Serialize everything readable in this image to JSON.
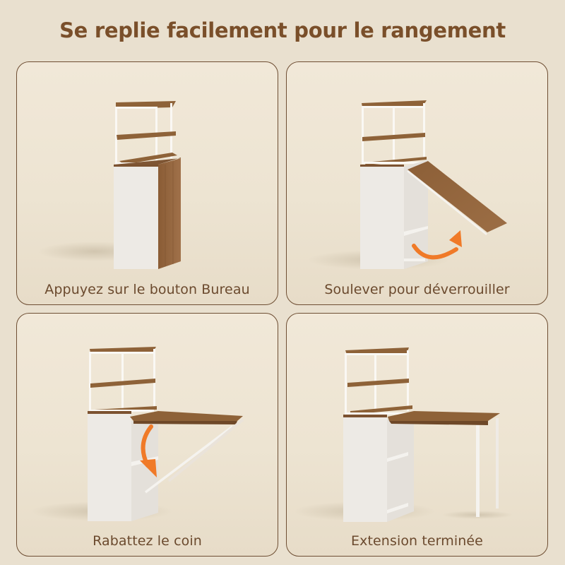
{
  "title": "Se replie facilement pour le rangement",
  "colors": {
    "background": "#E9E0CF",
    "title": "#7A4F2A",
    "caption": "#6B4A2E",
    "panel_border": "#6E4E33",
    "wood": "#8E6238",
    "white_panel": "#F2EFEA",
    "arrow": "#F07A28"
  },
  "panels": [
    {
      "step": 1,
      "caption": "Appuyez sur le bouton Bureau",
      "illustration": "folded-desk-cabinet",
      "arrow": null
    },
    {
      "step": 2,
      "caption": "Soulever pour déverrouiller",
      "illustration": "desk-top-lifting",
      "arrow": "curved-up-right-arrow"
    },
    {
      "step": 3,
      "caption": "Rabattez le coin",
      "illustration": "desk-leg-folding-down",
      "arrow": "curved-down-arrow"
    },
    {
      "step": 4,
      "caption": "Extension terminée",
      "illustration": "desk-fully-extended",
      "arrow": null
    }
  ]
}
